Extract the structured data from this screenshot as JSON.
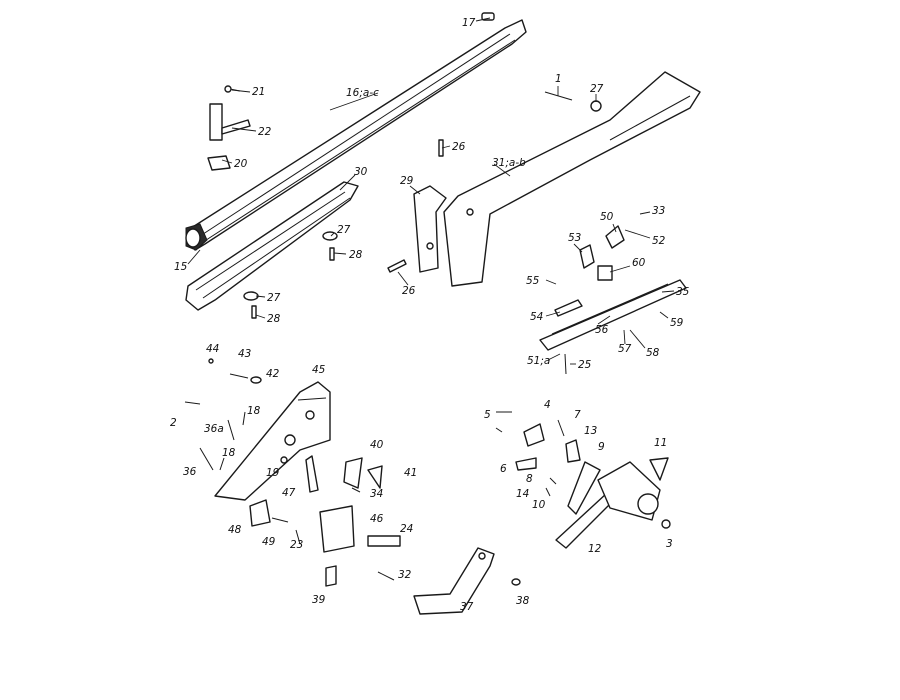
{
  "labels": {
    "l1": "1",
    "l3": "3",
    "l4": "4",
    "l5": "5",
    "l6": "6",
    "l7": "7",
    "l8": "8",
    "l9": "9",
    "l10": "10",
    "l11": "11",
    "l12": "12",
    "l13": "13",
    "l14": "14",
    "l15": "15",
    "l16": "16;a-c",
    "l17": "17",
    "l18a": "18",
    "l18b": "18",
    "l19": "19",
    "l20": "20",
    "l21": "21",
    "l22": "22",
    "l23": "23",
    "l24": "24",
    "l25": "25",
    "l26a": "26",
    "l26b": "26",
    "l27a": "27",
    "l27b": "27",
    "l27c": "27",
    "l28a": "28",
    "l28b": "28",
    "l29": "29",
    "l30": "30",
    "l31": "31;a-b",
    "l32": "32",
    "l33": "33",
    "l34": "34",
    "l35": "35",
    "l36": "36",
    "l36a": "36a",
    "l37": "37",
    "l38": "38",
    "l39": "39",
    "l40": "40",
    "l41": "41",
    "l42": "42",
    "l43": "43",
    "l44": "44",
    "l45": "45",
    "l46": "46",
    "l47": "47",
    "l48": "48",
    "l49": "49",
    "l50": "50",
    "l51": "51;a",
    "l52": "52",
    "l53": "53",
    "l54": "54",
    "l55": "55",
    "l56": "56",
    "l57": "57",
    "l58": "58",
    "l59": "59",
    "l60": "60"
  }
}
